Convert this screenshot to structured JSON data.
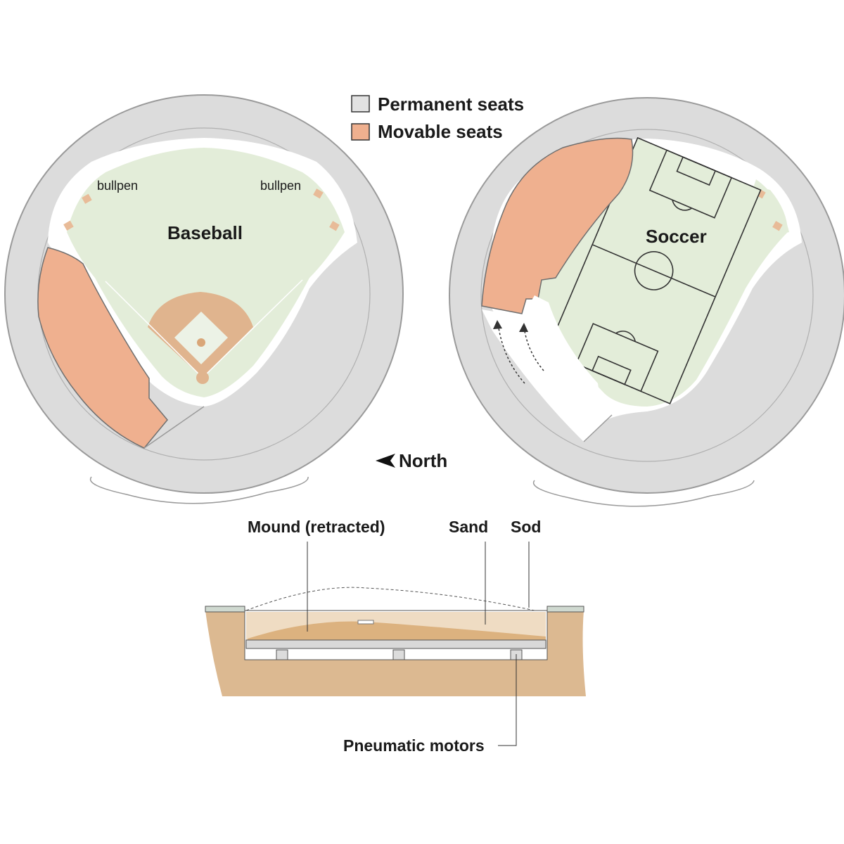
{
  "legend": {
    "permanent": "Permanent seats",
    "movable": "Movable seats"
  },
  "baseball": {
    "title": "Baseball",
    "bullpen_left": "bullpen",
    "bullpen_right": "bullpen"
  },
  "soccer": {
    "title": "Soccer"
  },
  "compass": {
    "label": "North"
  },
  "cross_section": {
    "mound": "Mound (retracted)",
    "sand": "Sand",
    "sod": "Sod",
    "motors": "Pneumatic motors"
  },
  "colors": {
    "permanent_seats": "#dcdcdc",
    "movable_seats": "#efb08f",
    "field": "#e3edd9",
    "infield_dirt": "#e0b48e",
    "soil": "#dcb991",
    "sand": "#efdcc3"
  }
}
